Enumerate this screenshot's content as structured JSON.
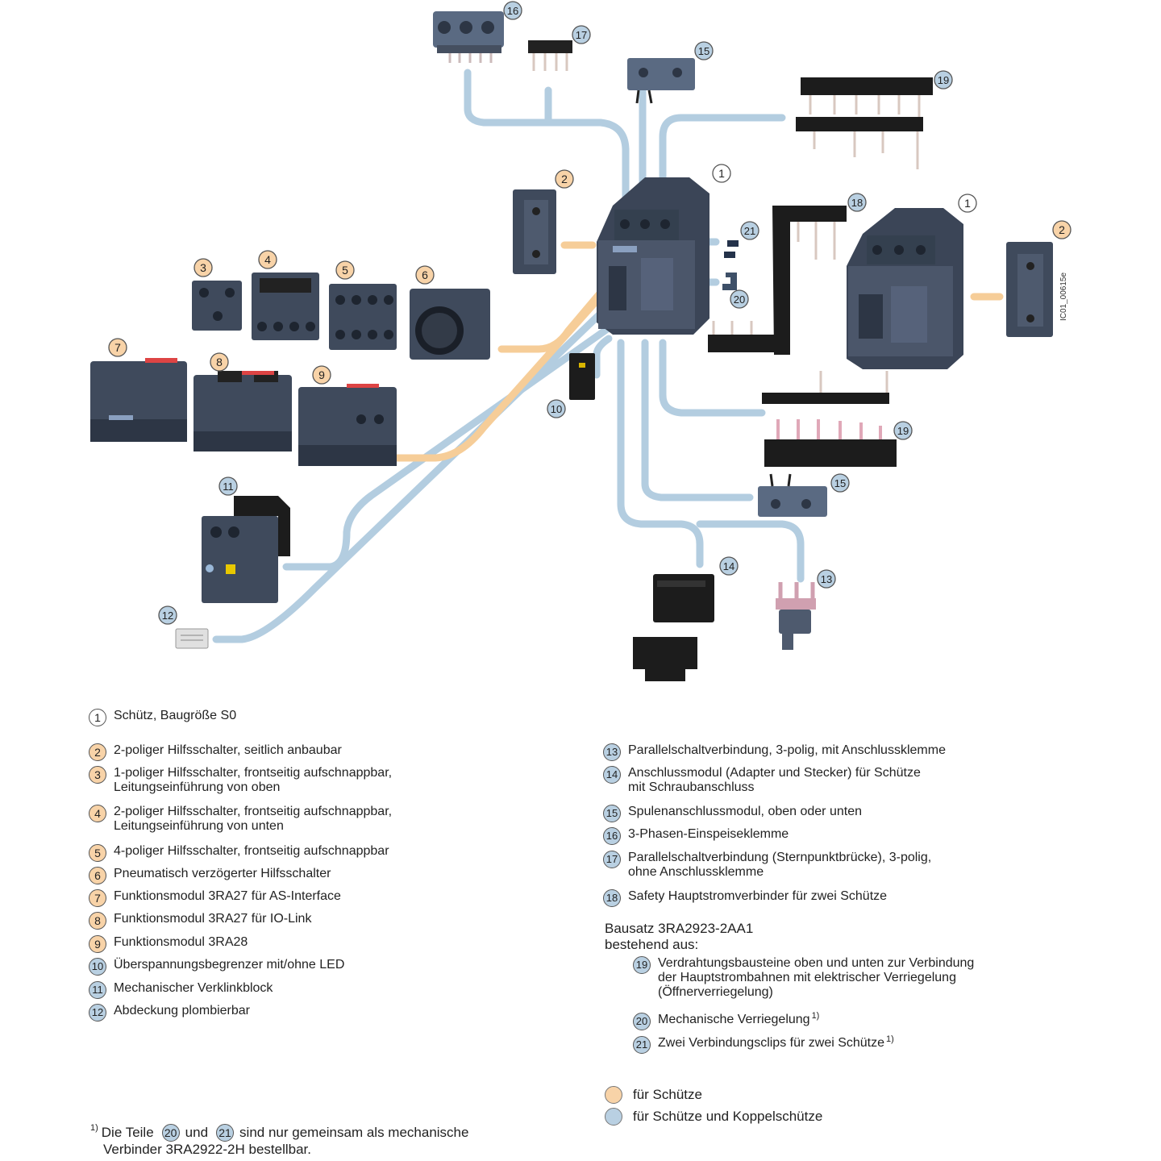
{
  "colors": {
    "orange": "#f8d3a8",
    "blue": "#b9d0e2",
    "part_dark": "#3f4a5c",
    "part_mid": "#59667b",
    "path_blue": "#b3cde0",
    "path_orange": "#f6cd98"
  },
  "doc_id": "IC01_00615e",
  "callouts": [
    "1",
    "2",
    "3",
    "4",
    "5",
    "6",
    "7",
    "8",
    "9",
    "10",
    "11",
    "12",
    "13",
    "14",
    "15",
    "16",
    "17",
    "18",
    "19",
    "20",
    "21"
  ],
  "legend_left": [
    {
      "num": "1",
      "text": "Schütz, Baugröße S0",
      "style": "none"
    },
    {
      "num": "2",
      "text": "2-poliger Hilfsschalter, seitlich anbaubar",
      "style": "orange"
    },
    {
      "num": "3",
      "text": "1-poliger Hilfsschalter, frontseitig aufschnappbar,\nLeitungseinführung von oben",
      "style": "orange"
    },
    {
      "num": "4",
      "text": "2-poliger Hilfsschalter, frontseitig aufschnappbar,\nLeitungseinführung von unten",
      "style": "orange"
    },
    {
      "num": "5",
      "text": "4-poliger Hilfsschalter, frontseitig aufschnappbar",
      "style": "orange"
    },
    {
      "num": "6",
      "text": "Pneumatisch verzögerter Hilfsschalter",
      "style": "orange"
    },
    {
      "num": "7",
      "text": "Funktionsmodul 3RA27 für AS-Interface",
      "style": "orange"
    },
    {
      "num": "8",
      "text": "Funktionsmodul 3RA27 für IO-Link",
      "style": "orange"
    },
    {
      "num": "9",
      "text": "Funktionsmodul 3RA28",
      "style": "orange"
    },
    {
      "num": "10",
      "text": "Überspannungsbegrenzer mit/ohne LED",
      "style": "blue"
    },
    {
      "num": "11",
      "text": "Mechanischer Verklinkblock",
      "style": "blue"
    },
    {
      "num": "12",
      "text": "Abdeckung plombierbar",
      "style": "blue"
    }
  ],
  "legend_right": [
    {
      "num": "13",
      "text": "Parallelschaltverbindung, 3-polig, mit Anschlussklemme",
      "style": "blue"
    },
    {
      "num": "14",
      "text": "Anschlussmodul (Adapter und Stecker) für Schütze\nmit Schraubanschluss",
      "style": "blue"
    },
    {
      "num": "15",
      "text": "Spulenanschlussmodul, oben oder unten",
      "style": "blue"
    },
    {
      "num": "16",
      "text": "3-Phasen-Einspeiseklemme",
      "style": "blue"
    },
    {
      "num": "17",
      "text": "Parallelschaltverbindung (Sternpunktbrücke), 3-polig,\nohne Anschlussklemme",
      "style": "blue"
    },
    {
      "num": "18",
      "text": "Safety Hauptstromverbinder für zwei Schütze",
      "style": "blue"
    }
  ],
  "kit": {
    "title": "Bausatz 3RA2923-2AA1\nbestehend aus:",
    "items": [
      {
        "num": "19",
        "text": "Verdrahtungsbausteine oben und unten zur Verbindung\nder Hauptstrombahnen mit elektrischer Verriegelung\n(Öffnerverriegelung)",
        "style": "blue"
      },
      {
        "num": "20",
        "text": "Mechanische Verriegelung",
        "sup": "1)",
        "style": "blue"
      },
      {
        "num": "21",
        "text": "Zwei Verbindungsclips für zwei Schütze",
        "sup": "1)",
        "style": "blue"
      }
    ]
  },
  "color_key": [
    {
      "label": "für Schütze",
      "color": "orange"
    },
    {
      "label": "für Schütze und Koppelschütze",
      "color": "blue"
    }
  ],
  "footnote": {
    "mark": "1)",
    "part1": "Die Teile",
    "num_a": "20",
    "part2": "und",
    "num_b": "21",
    "part3": "sind nur gemeinsam als mechanische",
    "line2": "Verbinder 3RA2922-2H bestellbar."
  }
}
